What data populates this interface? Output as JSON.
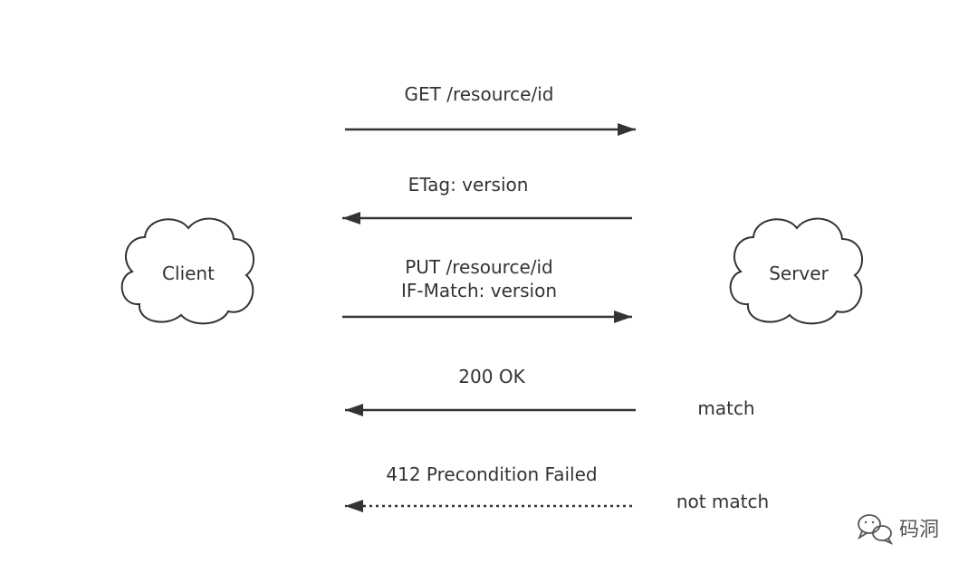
{
  "nodes": {
    "client": {
      "label": "Client"
    },
    "server": {
      "label": "Server"
    }
  },
  "messages": [
    {
      "lines": [
        "GET /resource/id"
      ],
      "direction": "to-server",
      "style": "solid"
    },
    {
      "lines": [
        "ETag: version"
      ],
      "direction": "to-client",
      "style": "solid"
    },
    {
      "lines": [
        "PUT /resource/id",
        "IF-Match: version"
      ],
      "direction": "to-server",
      "style": "solid"
    },
    {
      "lines": [
        "200 OK"
      ],
      "direction": "to-client",
      "style": "solid",
      "condition": "match"
    },
    {
      "lines": [
        "412 Precondition Failed"
      ],
      "direction": "to-client",
      "style": "dotted",
      "condition": "not match"
    }
  ],
  "watermark": {
    "text": "码洞",
    "icon": "wechat-icon"
  },
  "colors": {
    "stroke": "#333333",
    "text": "#333333",
    "watermark": "#555555"
  }
}
